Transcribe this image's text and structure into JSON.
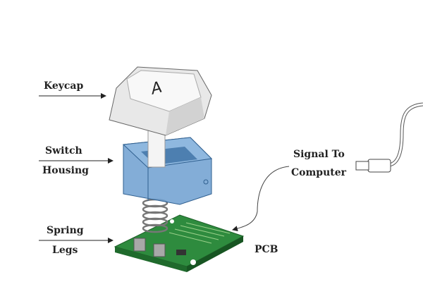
{
  "labels": {
    "keycap": "Keycap",
    "switch_line1": "Switch",
    "switch_line2": "Housing",
    "spring_line1": "Spring",
    "spring_line2": "Legs",
    "signal_line1": "Signal To",
    "signal_line2": "Computer",
    "pcb": "PCB"
  },
  "keycap_letter": "A",
  "colors": {
    "housing": "#5b8fc4",
    "pcb": "#2e8b3e",
    "keycap": "#f2f2f2",
    "text": "#222222"
  }
}
